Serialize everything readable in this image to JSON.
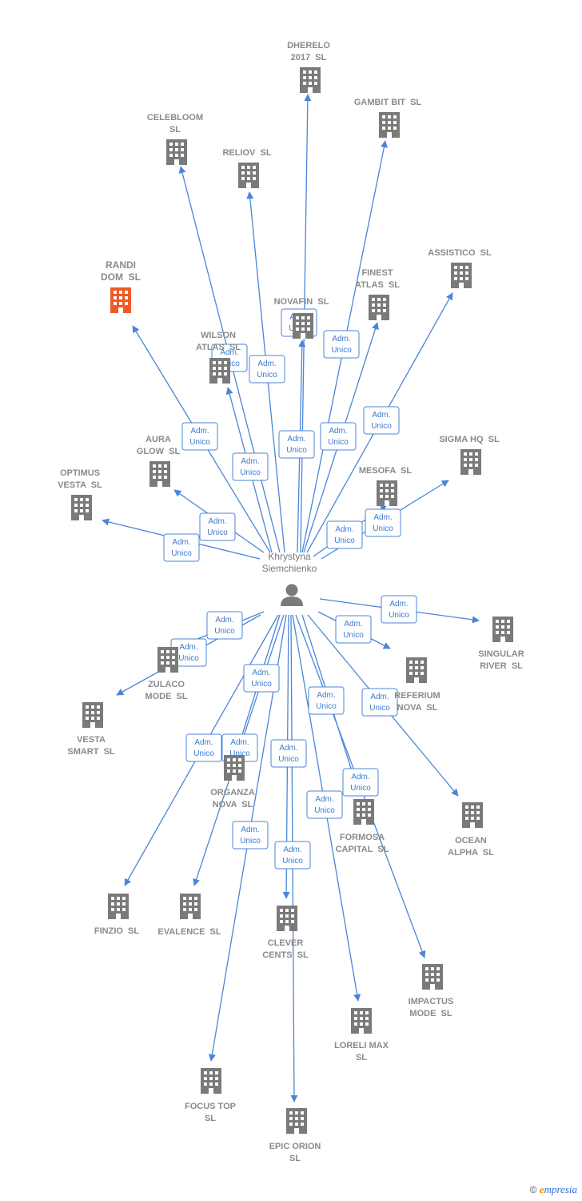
{
  "center": {
    "label_lines": [
      "Khrystyna",
      "Siemchienko"
    ],
    "icon": "person-icon"
  },
  "colors": {
    "edge": "#4a86d8",
    "company": "#7a7a7a",
    "highlight": "#f05a28"
  },
  "badge": {
    "line1": "Adm.",
    "line2": "Unico"
  },
  "companies": [
    {
      "id": "dherelo",
      "lines": [
        "DHERELO",
        "2017  SL"
      ],
      "highlight": false
    },
    {
      "id": "gambit-bit",
      "lines": [
        "GAMBIT BIT  SL"
      ],
      "highlight": false
    },
    {
      "id": "celebloom",
      "lines": [
        "CELEBLOOM",
        "SL"
      ],
      "highlight": false
    },
    {
      "id": "reliov",
      "lines": [
        "RELIOV  SL"
      ],
      "highlight": false
    },
    {
      "id": "assistico",
      "lines": [
        "ASSISTICO  SL"
      ],
      "highlight": false
    },
    {
      "id": "randi-dom",
      "lines": [
        "RANDI",
        "DOM  SL"
      ],
      "highlight": true
    },
    {
      "id": "finest-atlas",
      "lines": [
        "FINEST",
        "ATLAS  SL"
      ],
      "highlight": false
    },
    {
      "id": "novafin",
      "lines": [
        "NOVAFIN  SL"
      ],
      "highlight": false
    },
    {
      "id": "wilson-atlas",
      "lines": [
        "WILSON",
        "ATLAS  SL"
      ],
      "highlight": false
    },
    {
      "id": "sigma-hq",
      "lines": [
        "SIGMA HQ  SL"
      ],
      "highlight": false
    },
    {
      "id": "aura-glow",
      "lines": [
        "AURA",
        "GLOW  SL"
      ],
      "highlight": false
    },
    {
      "id": "mesofa",
      "lines": [
        "MESOFA  SL"
      ],
      "highlight": false
    },
    {
      "id": "optimus-vesta",
      "lines": [
        "OPTIMUS",
        "VESTA  SL"
      ],
      "highlight": false
    },
    {
      "id": "singular-river",
      "lines": [
        "SINGULAR",
        "RIVER  SL"
      ],
      "highlight": false
    },
    {
      "id": "zulaco-mode",
      "lines": [
        "ZULACO",
        "MODE  SL"
      ],
      "highlight": false
    },
    {
      "id": "referium-nova",
      "lines": [
        "REFERIUM",
        "NOVA  SL"
      ],
      "highlight": false
    },
    {
      "id": "vesta-smart",
      "lines": [
        "VESTA",
        "SMART  SL"
      ],
      "highlight": false
    },
    {
      "id": "organza-nova",
      "lines": [
        "ORGANZA",
        "NOVA  SL"
      ],
      "highlight": false
    },
    {
      "id": "ocean-alpha",
      "lines": [
        "OCEAN",
        "ALPHA  SL"
      ],
      "highlight": false
    },
    {
      "id": "formosa-capital",
      "lines": [
        "FORMOSA",
        "CAPITAL  SL"
      ],
      "highlight": false
    },
    {
      "id": "finzio",
      "lines": [
        "FINZIO  SL"
      ],
      "highlight": false
    },
    {
      "id": "evalence",
      "lines": [
        "EVALENCE  SL"
      ],
      "highlight": false
    },
    {
      "id": "clever-cents",
      "lines": [
        "CLEVER",
        "CENTS  SL"
      ],
      "highlight": false
    },
    {
      "id": "impactus-mode",
      "lines": [
        "IMPACTUS",
        "MODE  SL"
      ],
      "highlight": false
    },
    {
      "id": "loreli-max",
      "lines": [
        "LORELI MAX",
        "SL"
      ],
      "highlight": false
    },
    {
      "id": "focus-top",
      "lines": [
        "FOCUS TOP",
        "SL"
      ],
      "highlight": false
    },
    {
      "id": "epic-orion",
      "lines": [
        "EPIC ORION",
        "SL"
      ],
      "highlight": false
    }
  ],
  "footer": {
    "copyright": "©",
    "brand_initial": "e",
    "brand_rest": "mpresia"
  }
}
